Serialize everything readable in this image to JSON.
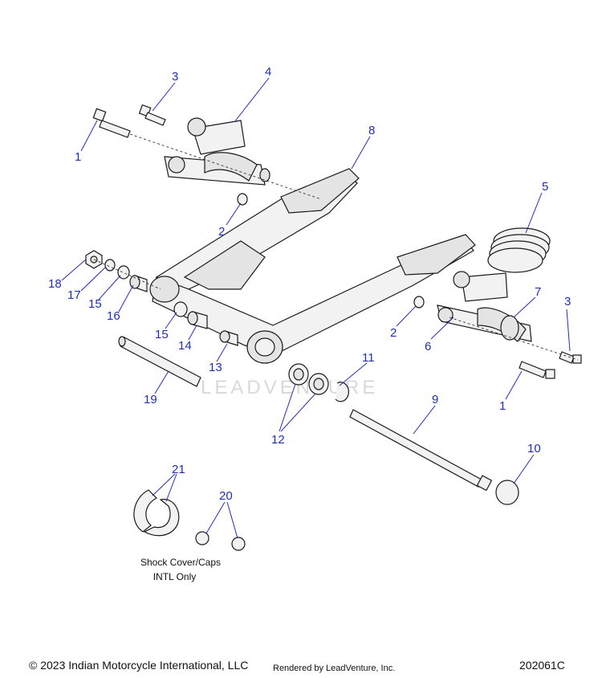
{
  "callouts": {
    "c1a": "1",
    "c1b": "1",
    "c2a": "2",
    "c2b": "2",
    "c3a": "3",
    "c3b": "3",
    "c4": "4",
    "c5": "5",
    "c6": "6",
    "c7": "7",
    "c8": "8",
    "c9": "9",
    "c10": "10",
    "c11": "11",
    "c12": "12",
    "c13": "13",
    "c14": "14",
    "c15a": "15",
    "c15b": "15",
    "c16": "16",
    "c17": "17",
    "c18": "18",
    "c19": "19",
    "c20": "20",
    "c21": "21"
  },
  "note": {
    "line1": "Shock Cover/Caps",
    "line2": "INTL Only"
  },
  "watermark": "LEADVENTURE",
  "footer": {
    "copyright": "© 2023 Indian Motorcycle International, LLC",
    "rendered_by": "Rendered by LeadVenture, Inc.",
    "diagram_id": "202061C"
  },
  "colors": {
    "callout": "#1f2fb8",
    "line": "#1a1a1a"
  }
}
